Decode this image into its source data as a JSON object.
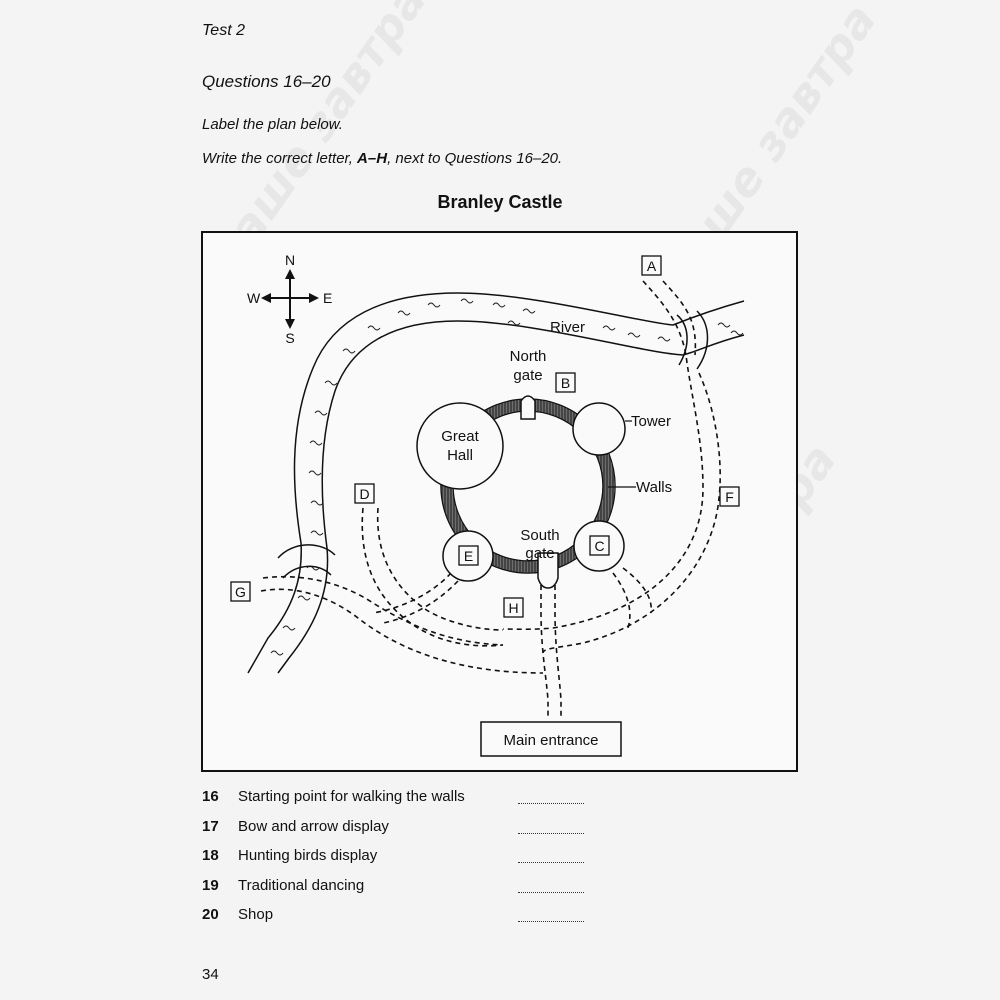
{
  "header": {
    "test_label": "Test 2",
    "questions_title": "Questions 16–20",
    "instruction_1": "Label the plan below.",
    "instruction_2_pre": "Write the correct letter, ",
    "instruction_2_bold": "A–H",
    "instruction_2_post": ", next to Questions 16–20."
  },
  "plan": {
    "title": "Branley Castle",
    "compass": {
      "n": "N",
      "s": "S",
      "e": "E",
      "w": "W"
    },
    "labels": {
      "river": "River",
      "north_gate_1": "North",
      "north_gate_2": "gate",
      "south_gate_1": "South",
      "south_gate_2": "gate",
      "tower": "Tower",
      "walls": "Walls",
      "great_hall_1": "Great",
      "great_hall_2": "Hall",
      "main_entrance": "Main entrance"
    },
    "letters": {
      "a": "A",
      "b": "B",
      "c": "C",
      "d": "D",
      "e": "E",
      "f": "F",
      "g": "G",
      "h": "H"
    }
  },
  "questions": [
    {
      "num": "16",
      "text": "Starting point for walking the walls"
    },
    {
      "num": "17",
      "text": "Bow and arrow display"
    },
    {
      "num": "18",
      "text": "Hunting birds display"
    },
    {
      "num": "19",
      "text": "Traditional dancing"
    },
    {
      "num": "20",
      "text": "Shop"
    }
  ],
  "watermark": "наше завтра",
  "page_number": "34"
}
